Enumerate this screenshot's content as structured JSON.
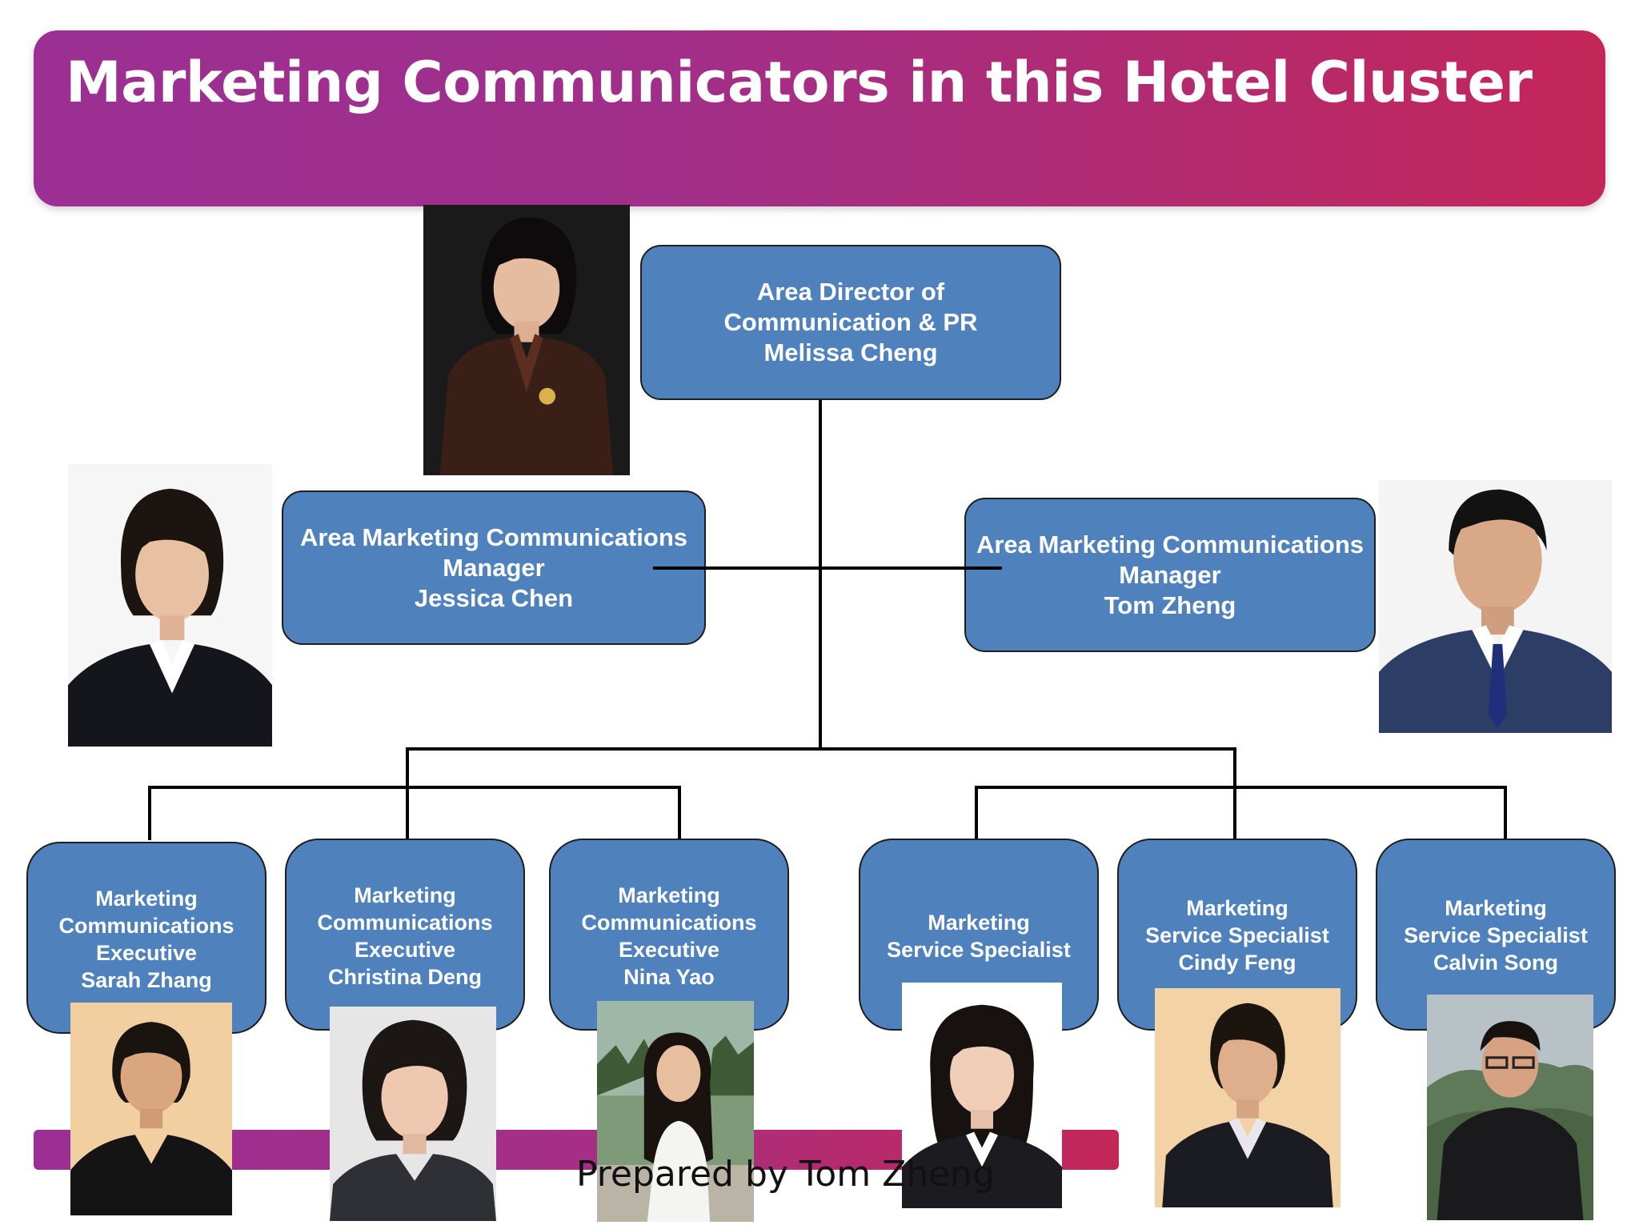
{
  "slide": {
    "title": "Marketing Communicators in this Hotel Cluster",
    "footer": "Prepared by Tom Zheng"
  },
  "org": {
    "director": {
      "role_line1": "Area Director of",
      "role_line2": "Communication & PR",
      "name": "Melissa Cheng"
    },
    "manager_left": {
      "role_line1": "Area Marketing Communications",
      "role_line2": "Manager",
      "name": "Jessica Chen"
    },
    "manager_right": {
      "role_line1": "Area Marketing Communications",
      "role_line2": "Manager",
      "name": "Tom Zheng"
    },
    "staff": [
      {
        "lines": [
          "Marketing",
          "Communications",
          "Executive",
          "Sarah Zhang"
        ]
      },
      {
        "lines": [
          "Marketing",
          "Communications",
          "Executive",
          "Christina Deng"
        ]
      },
      {
        "lines": [
          "Marketing",
          "Communications",
          "Executive",
          "Nina Yao"
        ]
      },
      {
        "lines": [
          "Marketing",
          "Service Specialist"
        ]
      },
      {
        "lines": [
          "Marketing",
          "Service Specialist",
          "Cindy Feng"
        ]
      },
      {
        "lines": [
          "Marketing",
          "Service Specialist",
          "Calvin Song"
        ]
      }
    ]
  },
  "colors": {
    "box_fill": "#4f81bd",
    "title_gradient_start": "#9b2f93",
    "title_gradient_end": "#c42658"
  }
}
